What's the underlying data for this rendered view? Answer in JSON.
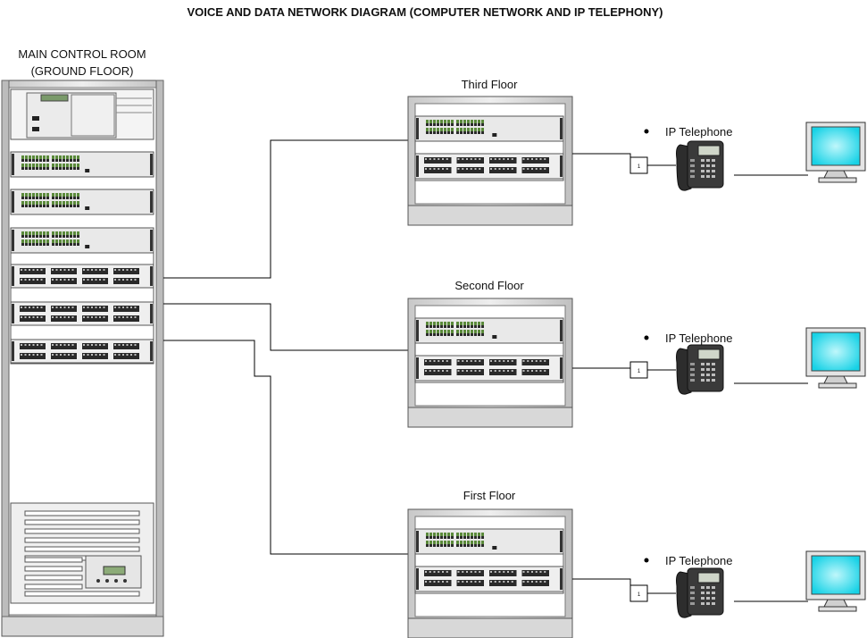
{
  "title": "VOICE AND DATA NETWORK DIAGRAM (COMPUTER NETWORK AND IP TELEPHONY)",
  "main_room": {
    "line1": "MAIN CONTROL ROOM",
    "line2": "(GROUND FLOOR)"
  },
  "floors": [
    {
      "name": "Third Floor",
      "phone_label": "IP Telephone",
      "jack_label": "1"
    },
    {
      "name": "Second Floor",
      "phone_label": "IP Telephone",
      "jack_label": "1"
    },
    {
      "name": "First Floor",
      "phone_label": "IP Telephone",
      "jack_label": "1"
    }
  ],
  "colors": {
    "rack_frame": "#d4d4d4",
    "rack_outline": "#555555",
    "port_dark": "#2a2a2a",
    "led_green": "#5a8a3a",
    "screen_cyan": "#3ee0ee",
    "line": "#000000"
  },
  "icons": [
    "rack-cabinet-icon",
    "patch-panel-icon",
    "network-switch-icon",
    "ip-phone-icon",
    "computer-monitor-icon",
    "wall-jack-icon"
  ]
}
